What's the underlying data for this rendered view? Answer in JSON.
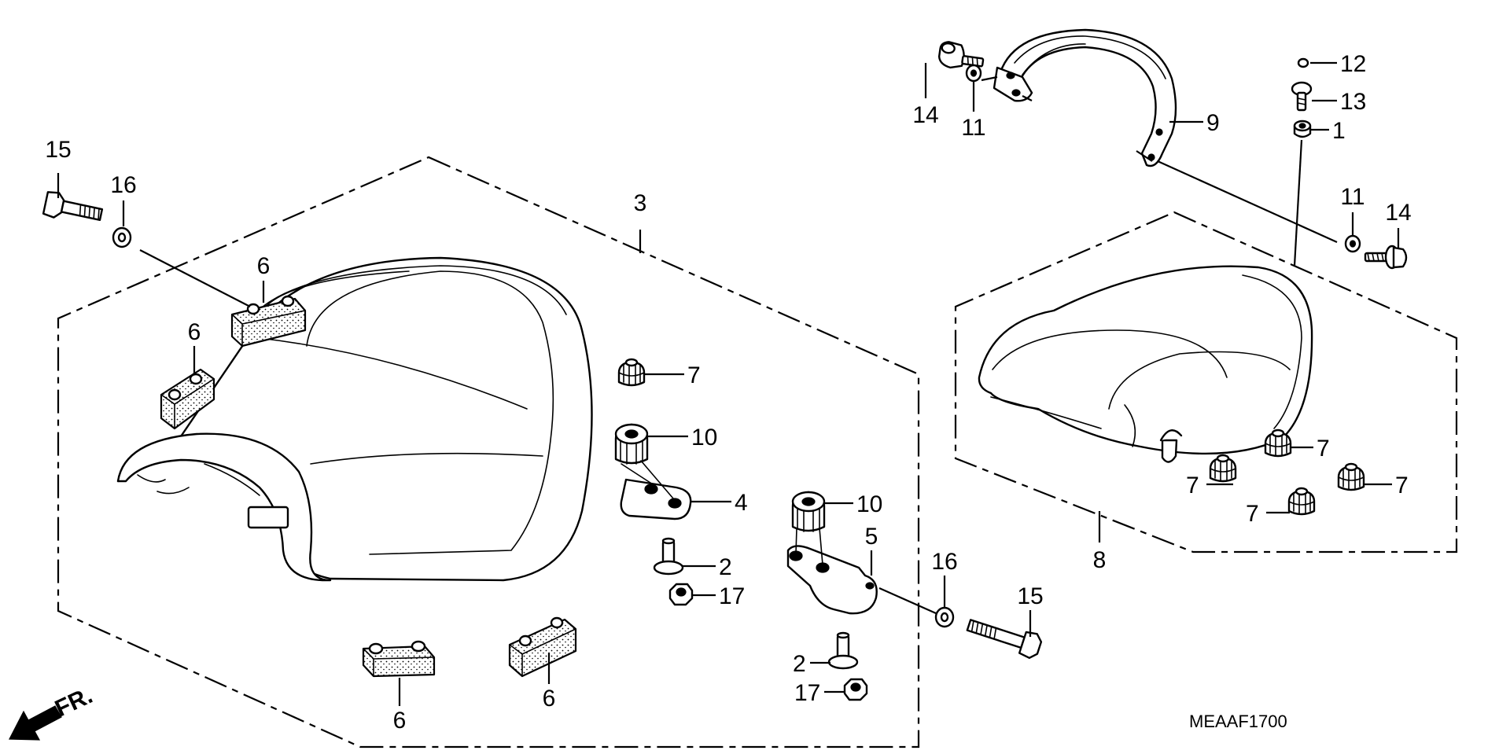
{
  "diagram": {
    "code": "MEAAF1700",
    "front_marker": "FR.",
    "callouts": {
      "c15a": "15",
      "c16a": "16",
      "c6a": "6",
      "c6b": "6",
      "c3": "3",
      "c7a": "7",
      "c10a": "10",
      "c4": "4",
      "c2a": "2",
      "c17a": "17",
      "c10b": "10",
      "c5": "5",
      "c2b": "2",
      "c17b": "17",
      "c16b": "16",
      "c15b": "15",
      "c6c": "6",
      "c6d": "6",
      "c14a": "14",
      "c11a": "11",
      "c9": "9",
      "c12": "12",
      "c13": "13",
      "c1": "1",
      "c11b": "11",
      "c14b": "14",
      "c7b": "7",
      "c7c": "7",
      "c7d": "7",
      "c7e": "7",
      "c8": "8"
    }
  }
}
